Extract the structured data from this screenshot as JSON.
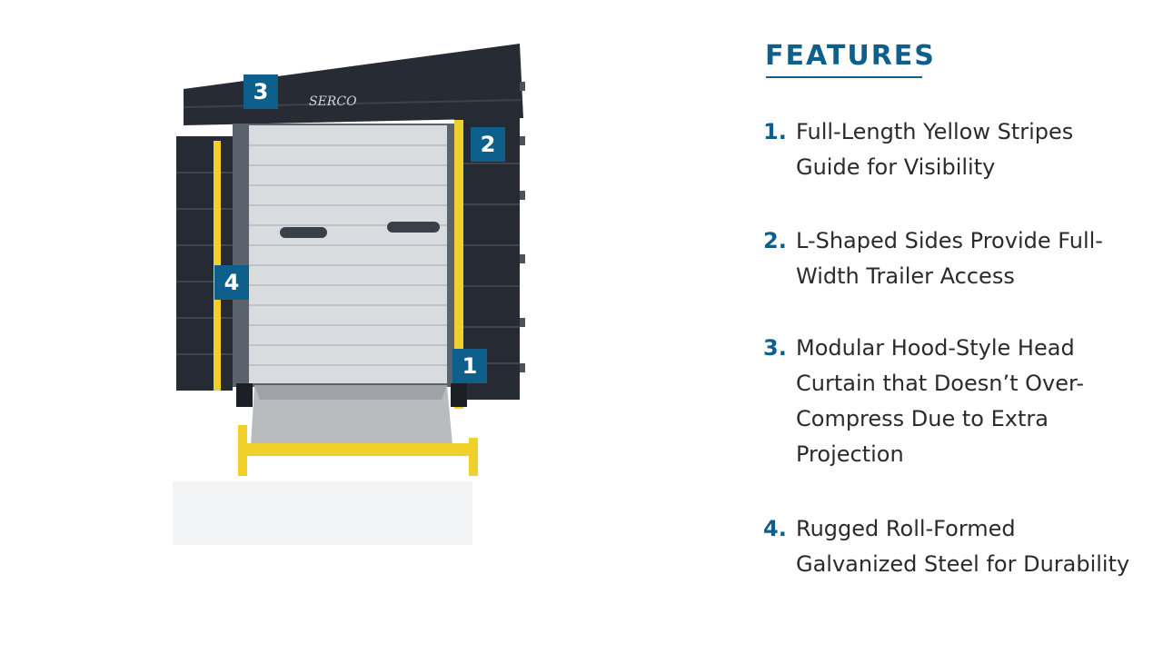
{
  "markers": [
    "1",
    "2",
    "3",
    "4"
  ],
  "logo_text": "SERCO",
  "features": {
    "title": "FEATURES",
    "items": [
      {
        "number": "1.",
        "text": "Full-Length Yellow Stripes\nGuide for Visibility"
      },
      {
        "number": "2.",
        "text": "L-Shaped Sides Provide Full-\nWidth Trailer Access"
      },
      {
        "number": "3.",
        "text": "Modular Hood-Style Head\nCurtain that Doesn’t Over-\nCompress Due to Extra\nProjection"
      },
      {
        "number": "4.",
        "text": "Rugged Roll-Formed\nGalvanized Steel for Durability"
      }
    ]
  },
  "colors": {
    "accent": "#0e5f8c",
    "yellow": "#f2d02a",
    "seal_dark": "#262b33",
    "door": "#d9dcdf"
  }
}
